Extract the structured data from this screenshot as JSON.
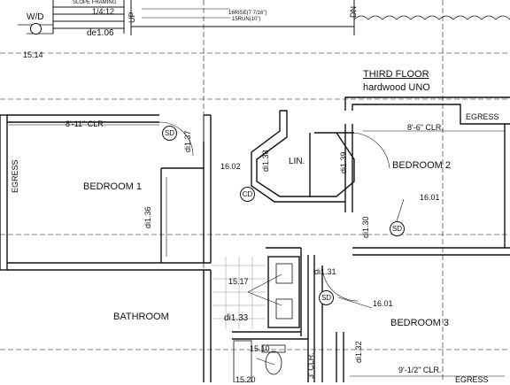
{
  "floor": {
    "title": "THIRD FLOOR",
    "finish": "hardwood UNO"
  },
  "rooms": {
    "bedroom1": "BEDROOM 1",
    "bedroom2": "BEDROOM 2",
    "bedroom3": "BEDROOM 3",
    "bathroom": "BATHROOM",
    "linen": "LIN."
  },
  "appliances": {
    "washer_dryer": "W/D"
  },
  "stair": {
    "slope_label": "SLOPE FRAMING",
    "slope": "1/4:12",
    "up": "UP",
    "dn": "DN",
    "riser_note": "16RISE(7 7/16\")",
    "run_note": "15RUN(10\")"
  },
  "egress": {
    "left": "EGRESS",
    "right": "EGRESS",
    "bottom_right": "EGRESS"
  },
  "dimensions": {
    "bedroom1_clr": "8'-11\" CLR",
    "bedroom2_clr": "8'-6\" CLR.",
    "bedroom3_clr": "9'-1/2\" CLR.",
    "closet_clr": "3' CLR."
  },
  "tags": {
    "de106": "de1.06",
    "di137": "di1.37",
    "di136": "di1.36",
    "di138": "di1.38",
    "di139": "di1.39",
    "di130": "di1.30",
    "di131": "di1.31",
    "di133": "di1.33",
    "di132": "di1.32"
  },
  "refs": {
    "r1514": "15.14",
    "r1602": "16.02",
    "r1601a": "16.01",
    "r1601b": "16.01",
    "r1517": "15.17",
    "r1510": "15.10",
    "r1520": "15.20"
  },
  "symbols": {
    "smoke": "SD",
    "co": "CD"
  }
}
